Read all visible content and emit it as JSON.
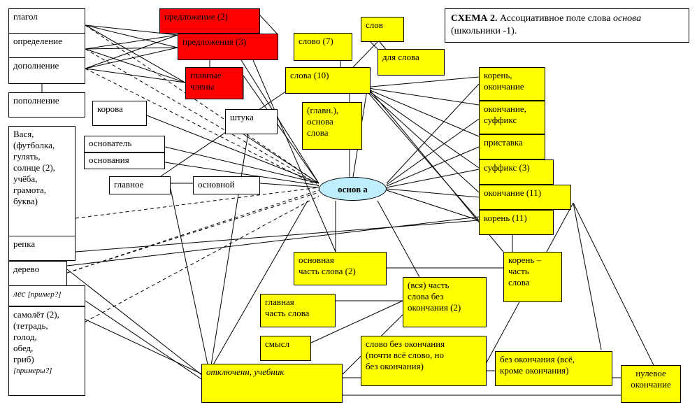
{
  "title": {
    "bold": "СХЕМА 2.",
    "text": " Ассоциативное поле слова ",
    "italic": "основа",
    "line2": "(школьники -1)."
  },
  "center": {
    "label": "основ\nа"
  },
  "nodes": [
    {
      "id": "glagol",
      "label": "глагол"
    },
    {
      "id": "opredelenie",
      "label": "определение"
    },
    {
      "id": "dopolnenie",
      "label": "дополнение"
    },
    {
      "id": "popolnenie",
      "label": "пополнение"
    },
    {
      "id": "predlozhenie",
      "label": "предложение (2)"
    },
    {
      "id": "predlozheniya",
      "label": "предложения (3)"
    },
    {
      "id": "glavnye",
      "label": "главные\nчлены"
    },
    {
      "id": "slovo7",
      "label": "слово (7)"
    },
    {
      "id": "slov",
      "label": "слов"
    },
    {
      "id": "dlya",
      "label": "для слова"
    },
    {
      "id": "slova10",
      "label": "слова (10)"
    },
    {
      "id": "korova",
      "label": "корова"
    },
    {
      "id": "shtuka",
      "label": "штука"
    },
    {
      "id": "glavn",
      "label": "(главн.),\nоснова\nслова"
    },
    {
      "id": "vasya",
      "label": "Вася,\n(футболка,\nгулять,\nсолнце (2),\nучёба,\nграмота,\nбуква)"
    },
    {
      "id": "osnovatel",
      "label": "основатель"
    },
    {
      "id": "osnovaniya",
      "label": "основания"
    },
    {
      "id": "glavnoe",
      "label": "главное"
    },
    {
      "id": "osnovnoy",
      "label": "основной"
    },
    {
      "id": "koren_ok",
      "label": "корень,\nокончание"
    },
    {
      "id": "okon_suf",
      "label": "окончание,\nсуффикс"
    },
    {
      "id": "pristavka",
      "label": "приставка"
    },
    {
      "id": "suffiks",
      "label": "суффикс (3)"
    },
    {
      "id": "okonchanie11",
      "label": "окончание (11)"
    },
    {
      "id": "koren11",
      "label": "корень (11)"
    },
    {
      "id": "repka",
      "label": "репка"
    },
    {
      "id": "derevo",
      "label": "дерево"
    },
    {
      "id": "les",
      "label": "лес",
      "note": "[пример?]"
    },
    {
      "id": "samolet",
      "label": "самолёт (2),\n(тетрадь,\nголод,\nобед,\nгриб)",
      "note": "[примеры?]"
    },
    {
      "id": "osnovnaya",
      "label": "основная\nчасть слова (2)"
    },
    {
      "id": "koren_chast",
      "label": "корень –\nчасть\nслова"
    },
    {
      "id": "vsya",
      "label": "(вся) часть\nслова без\nокончания (2)"
    },
    {
      "id": "glavnaya",
      "label": "главная\nчасть слова"
    },
    {
      "id": "smysl",
      "label": "смысл"
    },
    {
      "id": "slovo_bez",
      "label": "слово без окончания\n(почти всё слово, но\nбез окончания)"
    },
    {
      "id": "bez_ok",
      "label": "без окончания (всё,\nкроме окончания)"
    },
    {
      "id": "otkl",
      "label": "отключенн, учебник"
    },
    {
      "id": "nulevoe",
      "label": "нулевое\nокончание"
    }
  ]
}
